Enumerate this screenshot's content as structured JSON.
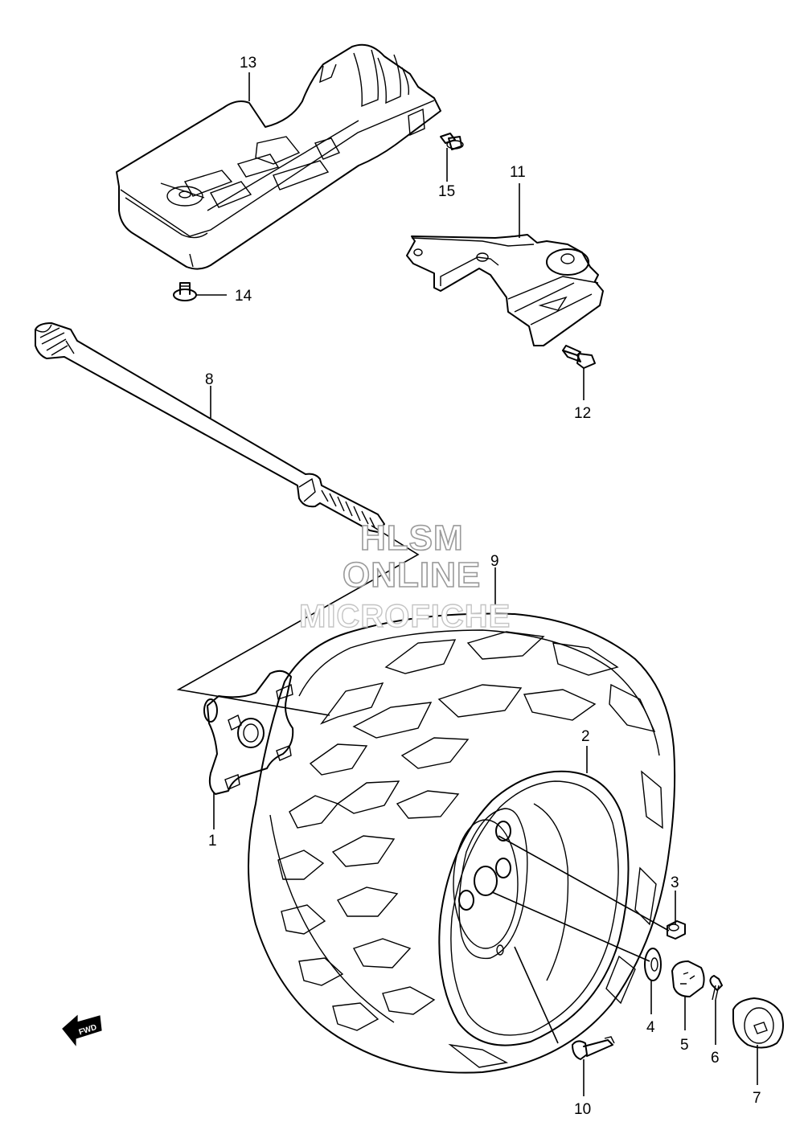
{
  "watermark": {
    "line1": "HLSM",
    "line2": "ONLINE",
    "line3": "MICROFICHE"
  },
  "direction_badge": "FWD",
  "callouts": {
    "p1": "1",
    "p2": "2",
    "p3": "3",
    "p4": "4",
    "p5": "5",
    "p6": "6",
    "p7": "7",
    "p8": "8",
    "p9": "9",
    "p10": "10",
    "p11": "11",
    "p12": "12",
    "p13": "13",
    "p14": "14",
    "p15": "15"
  }
}
